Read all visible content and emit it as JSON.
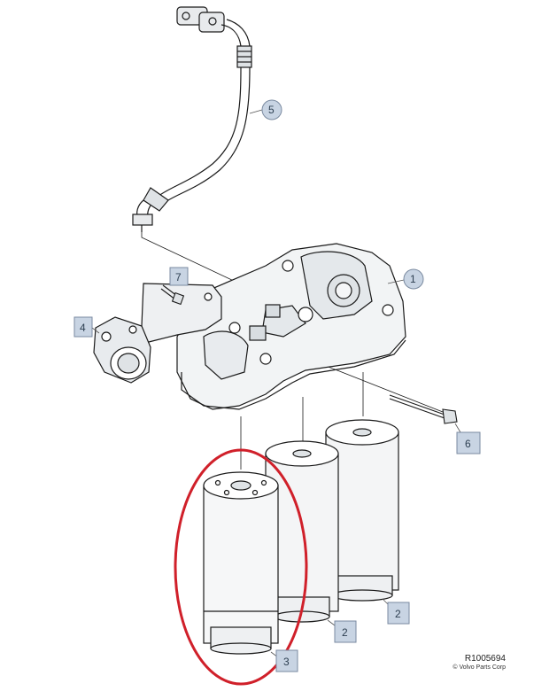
{
  "callouts": {
    "c1": "1",
    "c2a": "2",
    "c2b": "2",
    "c3": "3",
    "c4": "4",
    "c5": "5",
    "c6": "6",
    "c7": "7"
  },
  "footer": {
    "reference": "R1005694",
    "copyright": "© Volvo Parts Corp"
  },
  "colors": {
    "line": "#1a1a1a",
    "shade": "#cfd6dc",
    "highlight": "#d0202a",
    "callout_fill": "#c8d4e3",
    "callout_stroke": "#7a8aa0"
  }
}
